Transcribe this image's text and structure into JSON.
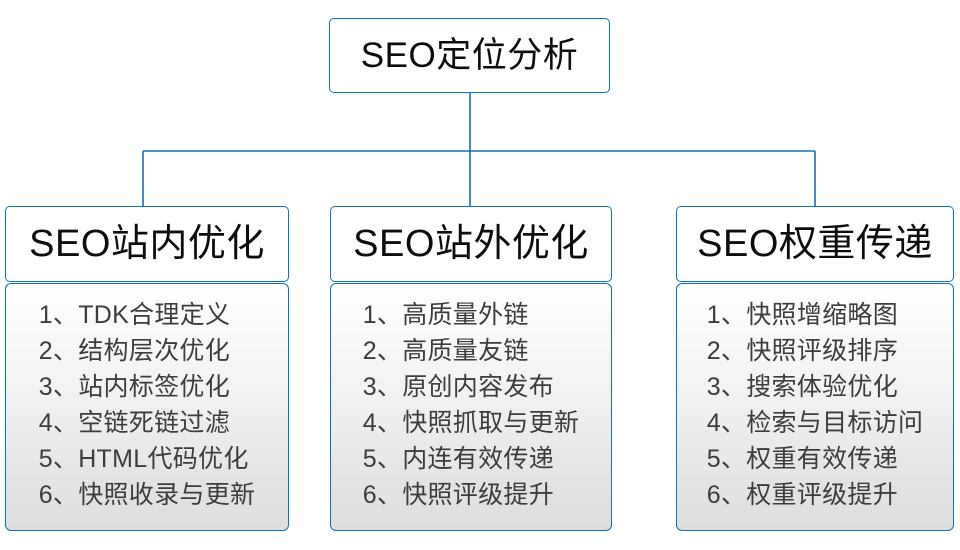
{
  "diagram": {
    "type": "org-tree",
    "root": {
      "label": "SEO定位分析"
    },
    "theme": {
      "border_color": "#1072bf",
      "connector_color": "#1072bf",
      "header_fill": "#ffffff",
      "body_fill_top": "#ffffff",
      "body_fill_bottom": "#dedede",
      "title_text_color": "#0d0d0d",
      "item_text_color": "#3d3d3d"
    },
    "branches": [
      {
        "title": "SEO站内优化",
        "items": [
          "1、TDK合理定义",
          "2、结构层次优化",
          "3、站内标签优化",
          "4、空链死链过滤",
          "5、HTML代码优化",
          "6、快照收录与更新"
        ]
      },
      {
        "title": "SEO站外优化",
        "items": [
          "1、高质量外链",
          "2、高质量友链",
          "3、原创内容发布",
          "4、快照抓取与更新",
          "5、内连有效传递",
          "6、快照评级提升"
        ]
      },
      {
        "title": "SEO权重传递",
        "items": [
          "1、快照增缩略图",
          "2、快照评级排序",
          "3、搜索体验优化",
          "4、检索与目标访问",
          "5、权重有效传递",
          "6、权重评级提升"
        ]
      }
    ]
  }
}
